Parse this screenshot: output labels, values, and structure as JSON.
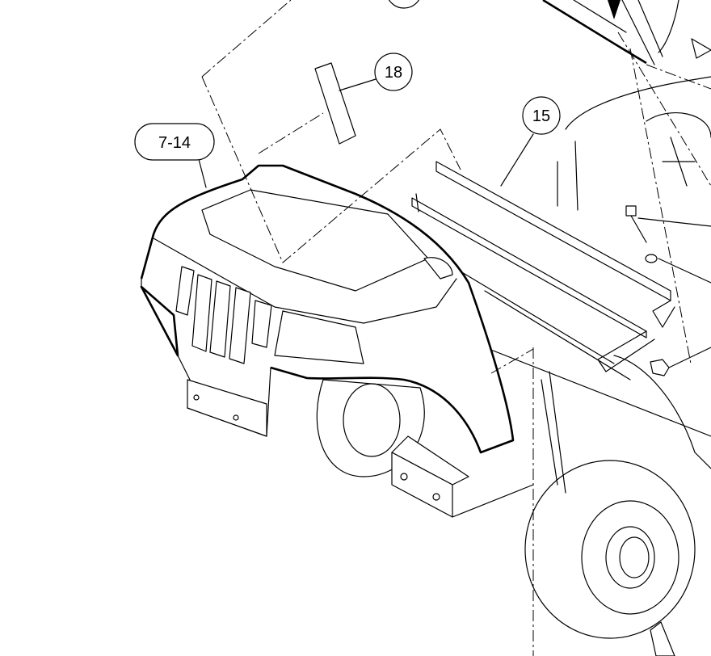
{
  "diagram": {
    "callouts": [
      {
        "id": "callout-18",
        "label": "18"
      },
      {
        "id": "callout-15",
        "label": "15"
      },
      {
        "id": "callout-7-14",
        "label": "7-14"
      }
    ],
    "style": {
      "line_color": "#000000",
      "background": "#ffffff"
    }
  }
}
